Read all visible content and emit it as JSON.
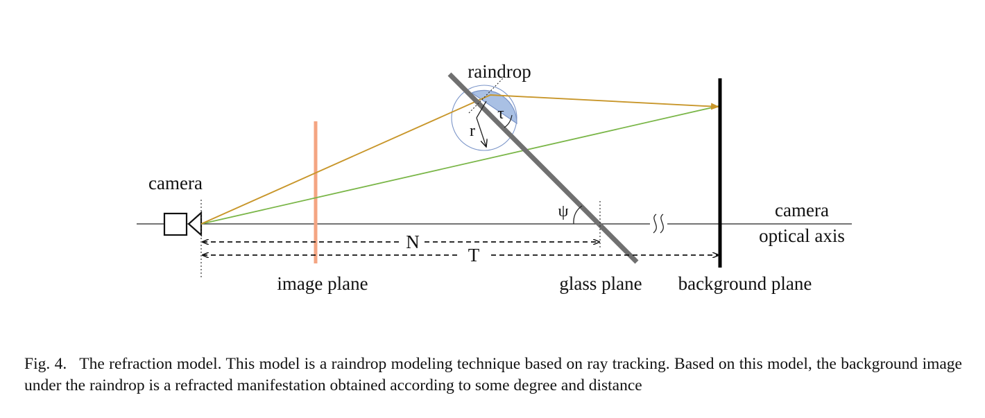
{
  "diagram": {
    "labels": {
      "raindrop": "raindrop",
      "camera": "camera",
      "camera_axis_line1": "camera",
      "camera_axis_line2": "optical axis",
      "image_plane": "image plane",
      "glass_plane": "glass plane",
      "background_plane": "background plane",
      "distance_n": "N",
      "distance_t": "T",
      "angle_psi": "ψ",
      "angle_tau": "τ",
      "radius_r": "r"
    },
    "colors": {
      "refracted_ray": "#c8962a",
      "direct_ray": "#7ab648",
      "image_plane": "#f4a582",
      "glass_plane": "#6f6f6f",
      "raindrop_fill": "#a9c0e4",
      "raindrop_outline": "#7a94c8",
      "background_plane": "#000000"
    }
  },
  "caption": {
    "number": "Fig. 4.",
    "text": "The refraction model. This model is a raindrop modeling technique based on ray tracking. Based on this model, the background image under the raindrop is a refracted manifestation obtained according to some degree and distance"
  }
}
